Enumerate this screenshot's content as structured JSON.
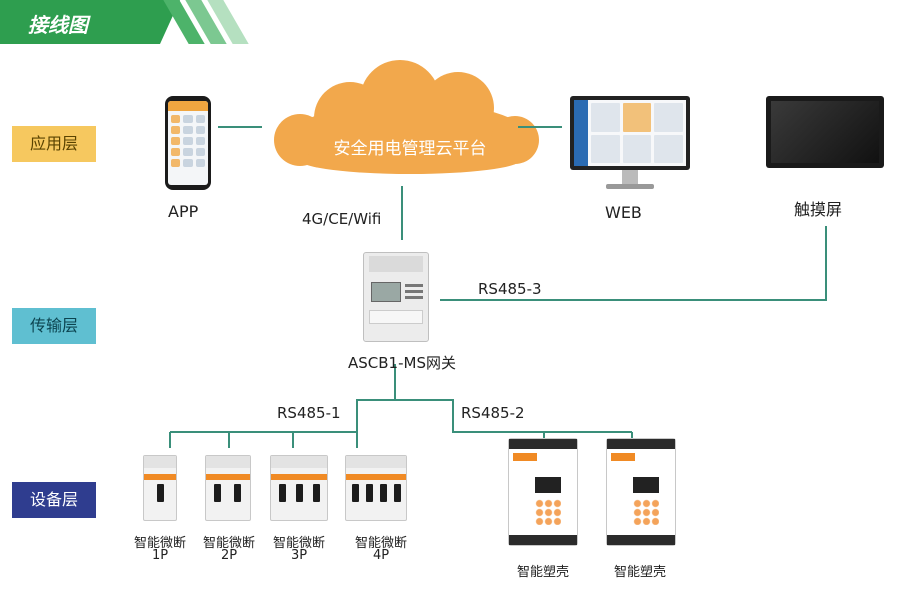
{
  "header": {
    "title": "接线图"
  },
  "layers": {
    "app": "应用层",
    "transport": "传输层",
    "device": "设备层"
  },
  "cloud": {
    "label": "安全用电管理云平台"
  },
  "app_nodes": {
    "app": "APP",
    "web": "WEB",
    "touch": "触摸屏"
  },
  "links": {
    "uplink": "4G/CE/Wifi",
    "rs485_1": "RS485-1",
    "rs485_2": "RS485-2",
    "rs485_3": "RS485-3"
  },
  "gateway": {
    "label": "ASCB1-MS网关"
  },
  "breakers": [
    {
      "name": "智能微断",
      "poles": "1P"
    },
    {
      "name": "智能微断",
      "poles": "2P"
    },
    {
      "name": "智能微断",
      "poles": "3P"
    },
    {
      "name": "智能微断",
      "poles": "4P"
    }
  ],
  "mccbs": [
    {
      "name": "智能塑壳"
    },
    {
      "name": "智能塑壳"
    }
  ],
  "colors": {
    "banner": "#2e9e4f",
    "line": "#3a8f7a",
    "cloud": "#f2a84c",
    "app_layer": "#f6c85f",
    "transport_layer": "#5fbfd1",
    "device_layer": "#2f3d8f"
  }
}
